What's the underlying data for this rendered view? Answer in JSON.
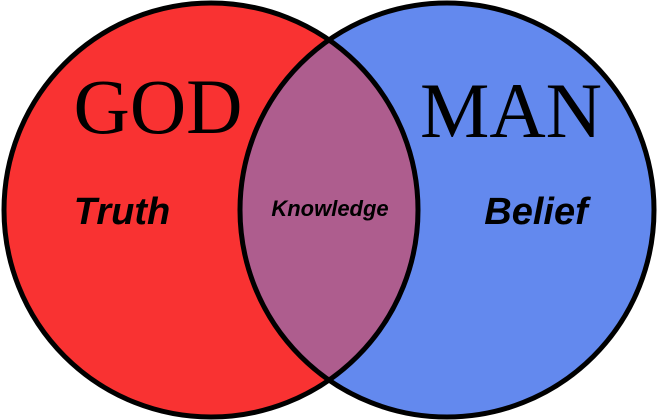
{
  "left_set": {
    "title": "GOD",
    "label": "Truth",
    "color": "#F93232"
  },
  "right_set": {
    "title": "MAN",
    "label": "Belief",
    "color": "#6389EE"
  },
  "intersection": {
    "label": "Knowledge",
    "color": "#AE5D8E"
  },
  "outline_color": "#000000"
}
